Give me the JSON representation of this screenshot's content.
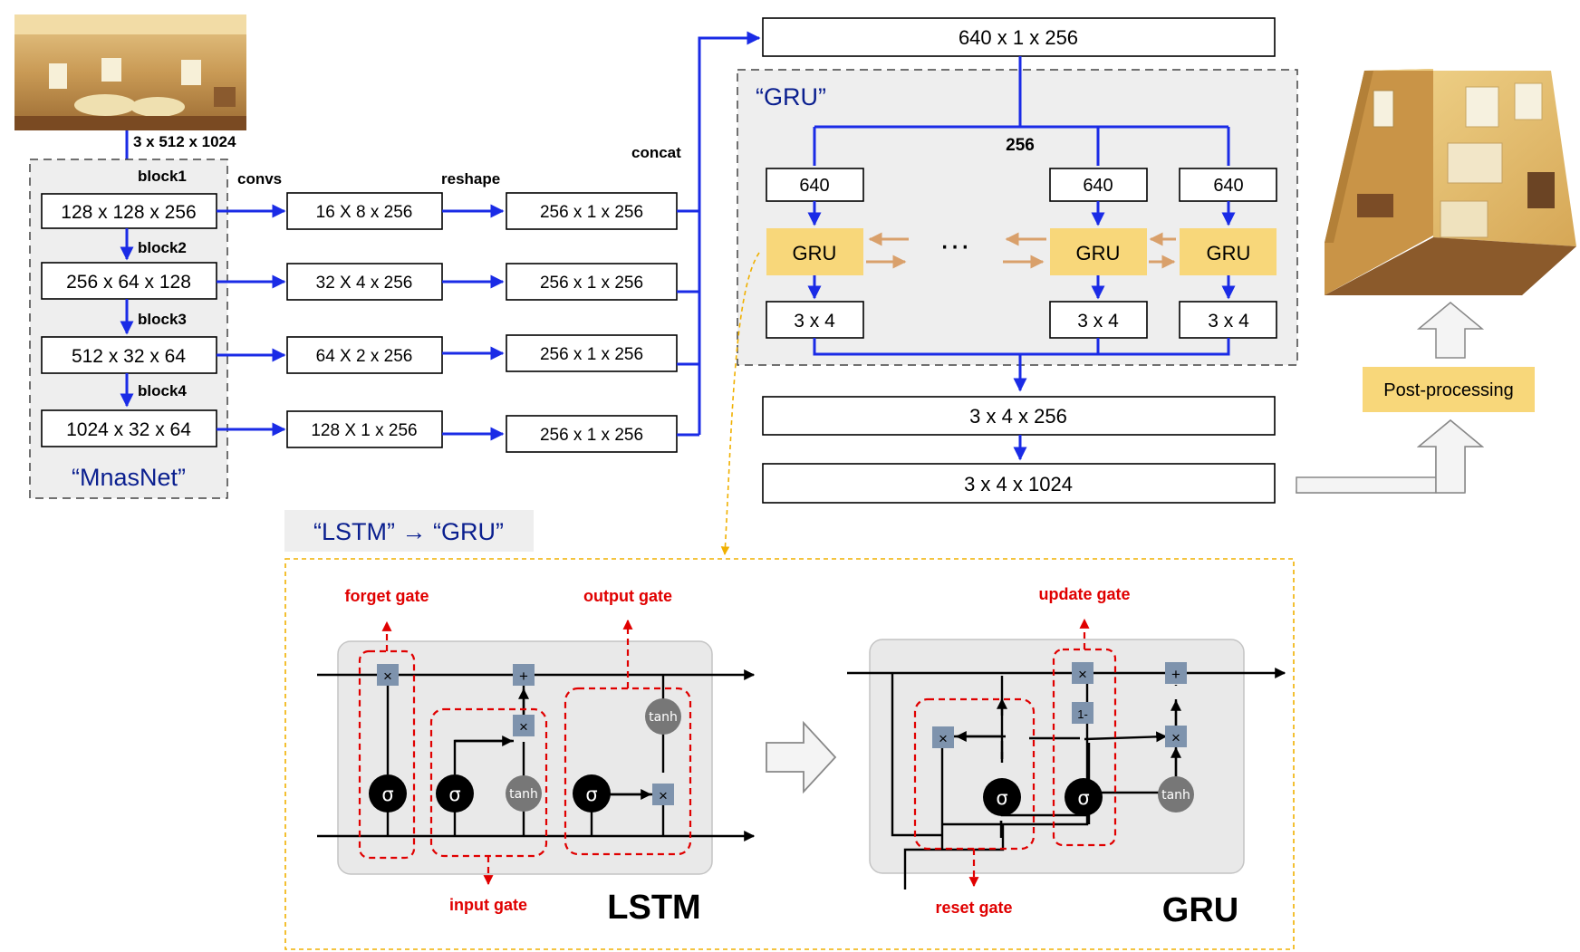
{
  "panorama": {
    "caption": "3 x 512 x 1024"
  },
  "mnasnet": {
    "title": "“MnasNet”",
    "blocks": [
      {
        "label": "block1",
        "shape": "128 x 128 x 256"
      },
      {
        "label": "block2",
        "shape": "256 x 64 x 128"
      },
      {
        "label": "block3",
        "shape": "512 x 32 x 64"
      },
      {
        "label": "block4",
        "shape": "1024 x 32 x 64"
      }
    ]
  },
  "stage_labels": {
    "convs": "convs",
    "reshape": "reshape",
    "concat": "concat"
  },
  "convs": [
    "16 X 8 x 256",
    "32 X 4 x 256",
    "64 X 2 x 256",
    "128 X 1 x 256"
  ],
  "reshape": [
    "256 x 1 x 256",
    "256 x 1 x 256",
    "256 x 1 x 256",
    "256 x 1 x 256"
  ],
  "gru_module": {
    "input_shape": "640 x 1 x 256",
    "title": "“GRU”",
    "split_label": "256",
    "inputs": [
      "640",
      "640",
      "640"
    ],
    "cells": [
      "GRU",
      "GRU",
      "GRU"
    ],
    "outputs": [
      "3 x 4",
      "3 x 4",
      "3 x 4"
    ],
    "ellipsis": "···"
  },
  "output_shapes": [
    "3 x 4 x 256",
    "3 x 4 x 1024"
  ],
  "post_processing": "Post-processing",
  "replacement_title": "“LSTM” → “GRU”",
  "lstm": {
    "name": "LSTM",
    "gates": {
      "forget": "forget gate",
      "input": "input gate",
      "output": "output gate"
    },
    "ops": {
      "mul": "×",
      "add": "+",
      "sigma": "σ",
      "tanh": "tanh"
    }
  },
  "gru_cell": {
    "name": "GRU",
    "gates": {
      "update": "update gate",
      "reset": "reset gate"
    },
    "ops": {
      "one_minus": "1-"
    }
  },
  "colors": {
    "flow_arrow": "#1a2be6",
    "gate_outline": "#e00000",
    "highlight_fill": "#f8d77a",
    "recurrent_arrow": "#d9a06b",
    "title_text": "#0a1f8f"
  }
}
